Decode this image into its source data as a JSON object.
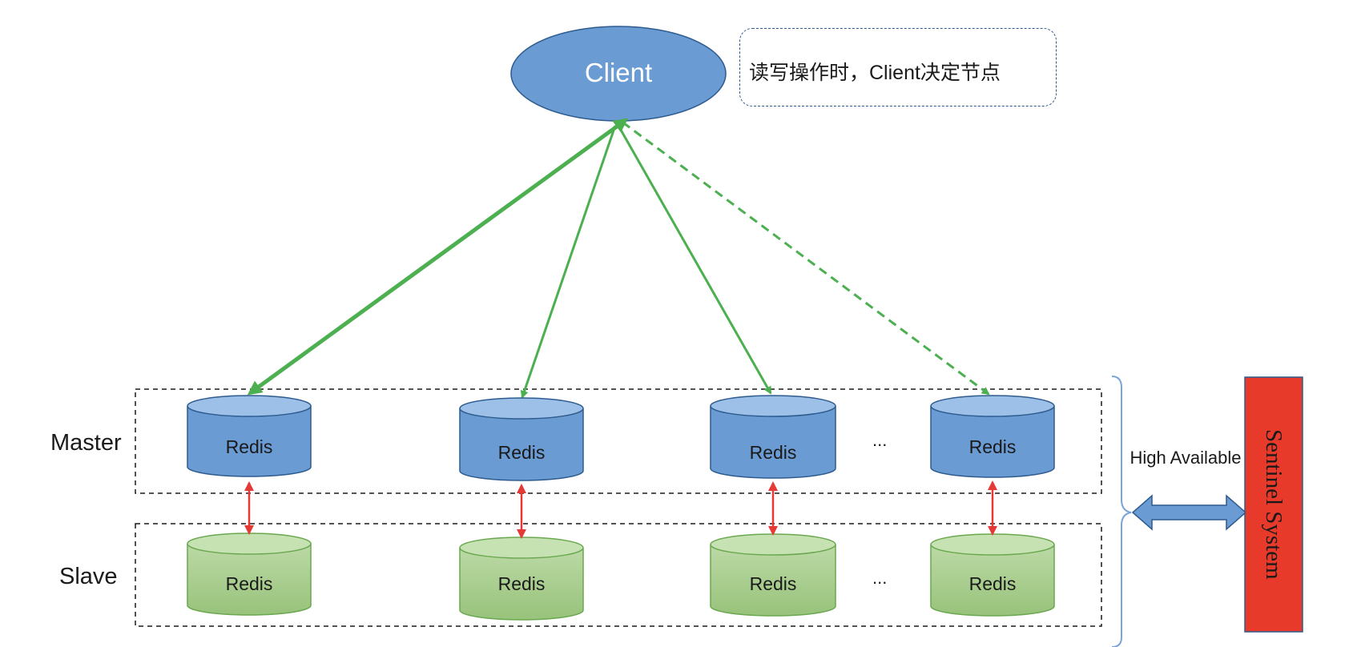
{
  "client": {
    "label": "Client"
  },
  "note": {
    "text": "读写操作时，Client决定节点"
  },
  "rows": {
    "master_label": "Master",
    "slave_label": "Slave"
  },
  "nodes": {
    "masters": [
      "Redis",
      "Redis",
      "Redis",
      "Redis"
    ],
    "slaves": [
      "Redis",
      "Redis",
      "Redis",
      "Redis"
    ],
    "ellipsis": "..."
  },
  "high_available": {
    "text": "High Available"
  },
  "sentinel": {
    "label": "Sentinel System"
  },
  "colors": {
    "client_fill": "#6a9bd2",
    "master_fill": "#6a9bd2",
    "master_top": "#9dc0e8",
    "slave_fill": "#a9cf8f",
    "slave_top": "#c6e2b2",
    "edge_blue": "#2e5b8f",
    "edge_green_node": "#6aa84f",
    "client_link": "#4caf50",
    "replication": "#e53935",
    "sentinel_fill": "#e83a2a",
    "bracket": "#7aa3d9"
  }
}
